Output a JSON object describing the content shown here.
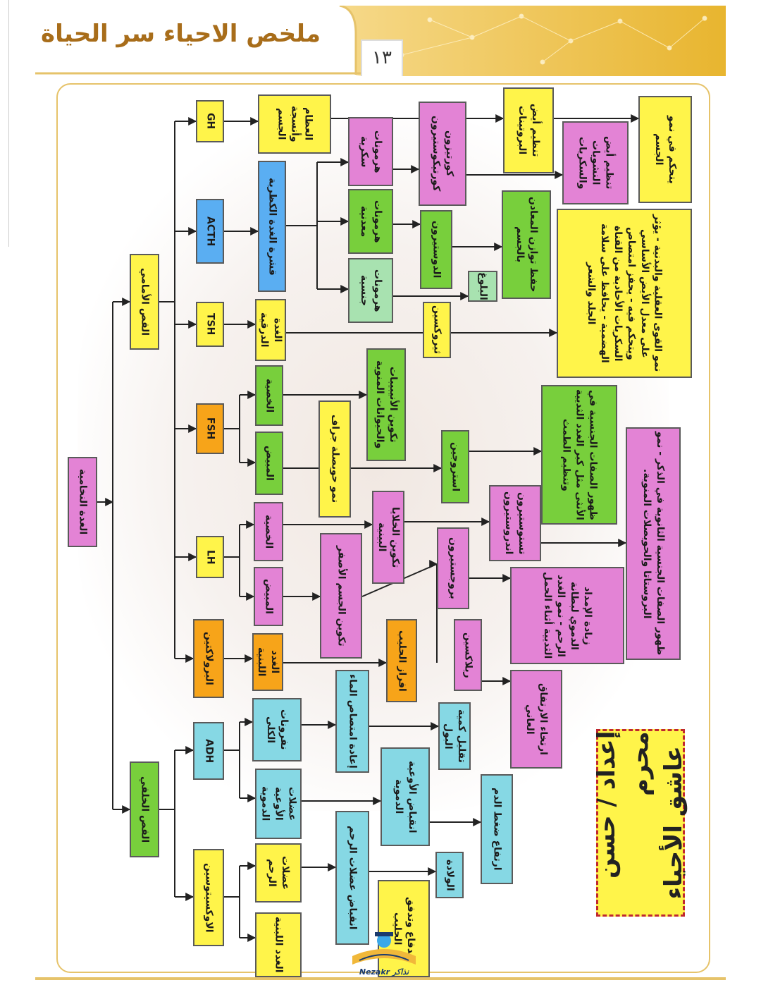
{
  "header": {
    "title": "ملخص الاحياء سر الحياة",
    "page_number": "١٣"
  },
  "credit": {
    "line1": "إعداد / حسن محرم",
    "line2": "عاشق الأحياء"
  },
  "logo": {
    "text": "Nezakr نذاكر"
  },
  "colors": {
    "pink": "#e383d5",
    "yellow": "#fff44a",
    "green": "#78cf3c",
    "cyan": "#86d8e4",
    "blue": "#5aaef2",
    "orange": "#f7a419",
    "gold": "#e6c36a"
  },
  "diagram": {
    "nodes": {
      "pituitary": "الغدة النخامية",
      "anterior": "الفص الأمامي",
      "posterior": "الفص الخلفي",
      "gh": "GH",
      "acth": "ACTH",
      "tsh": "TSH",
      "fsh": "FSH",
      "lh": "LH",
      "prolactin": "البرولاكتين",
      "adh": "ADH",
      "oxytocin": "الاوكسيتوسين",
      "bones": "العظام وأنسجة الجسم",
      "adrenal_cortex": "قشرة الغدة الكظرية",
      "thyroid": "الغدة الدرقية",
      "fsh_testis": "الخصية",
      "fsh_ovary": "المبيض",
      "lh_testis": "الخصية",
      "lh_ovary": "المبيض",
      "mammary": "الغدد اللبنية",
      "nephrons": "نفرونات الكلى",
      "vessel_muscles": "عضلات الأوعية الدموية",
      "uterus_muscles": "عضلات الرحم",
      "mammary2": "الغدد اللبنية",
      "sugar_hormones": "هرمونات سكرية",
      "mineral_hormones": "هرمونات معدنية",
      "sex_hormones": "هرمونات جنسية",
      "cortisone": "كورتيزون كورتيكوستيرون",
      "aldosterone": "الدوستيرون",
      "puberty": "البلوغ",
      "mineral_balance": "حفظ توازن المعادن بالجسم",
      "protein_reg": "تنظيم أيض البروتينات",
      "carb_reg": "تنظيم أيض النشويات والسكريات",
      "growth_control": "يتحكم في نمو الجسم",
      "thyroxine": "ثيروكسين",
      "thyroxine_effects": "نمو القوى العقلية والبدنية - يؤثر على معدل الأيض الأساسي ويتحكم فيه - يحفز امتصاص السكريات الأحادية من القناة الهضمية - يحافظ على سلامة الجلد والشعر",
      "sperm_formation": "تكوين الأنيبيبات والحيوانات المنوية",
      "graafian": "نمو حويصلة جراف",
      "estrogen": "استروجين",
      "female_traits": "ظهور الصفات الجنسية في الأنثى مثل كبر الغدد الثديية وتنظيم الطمث",
      "interstitial": "تكوين الخلايا البينية",
      "testosterone": "تستوستيرون اندروستيرون",
      "male_traits": "ظهور الصفات الجنسية الثانوية في الذكر - نمو البروستاتا والحويصلات المنوية.",
      "corpus_luteum": "تكوين الجسم الأصفر",
      "progesterone": "بروجستيرون",
      "progesterone_effects": "زيادة الإمداد الدموي لبطانة الرحم - نمو الغدد الثديية أثناء الحمل",
      "milk_secretion": "افراز الحليب",
      "relaxin": "ريلاكسين",
      "relaxin_effect": "ارتخاء الارتفاق العاني",
      "water_reabsorb": "إعادة امتصاص الماء",
      "less_urine": "تقليل كمية البول",
      "vessel_constrict": "انقباض الأوعية الدموية",
      "bp_rise": "ارتفاع ضغط الدم",
      "uterus_contract": "انقباض عضلات الرحم",
      "birth": "الولادة",
      "milk_flow": "اندفاع وتدفق الحليب"
    }
  }
}
